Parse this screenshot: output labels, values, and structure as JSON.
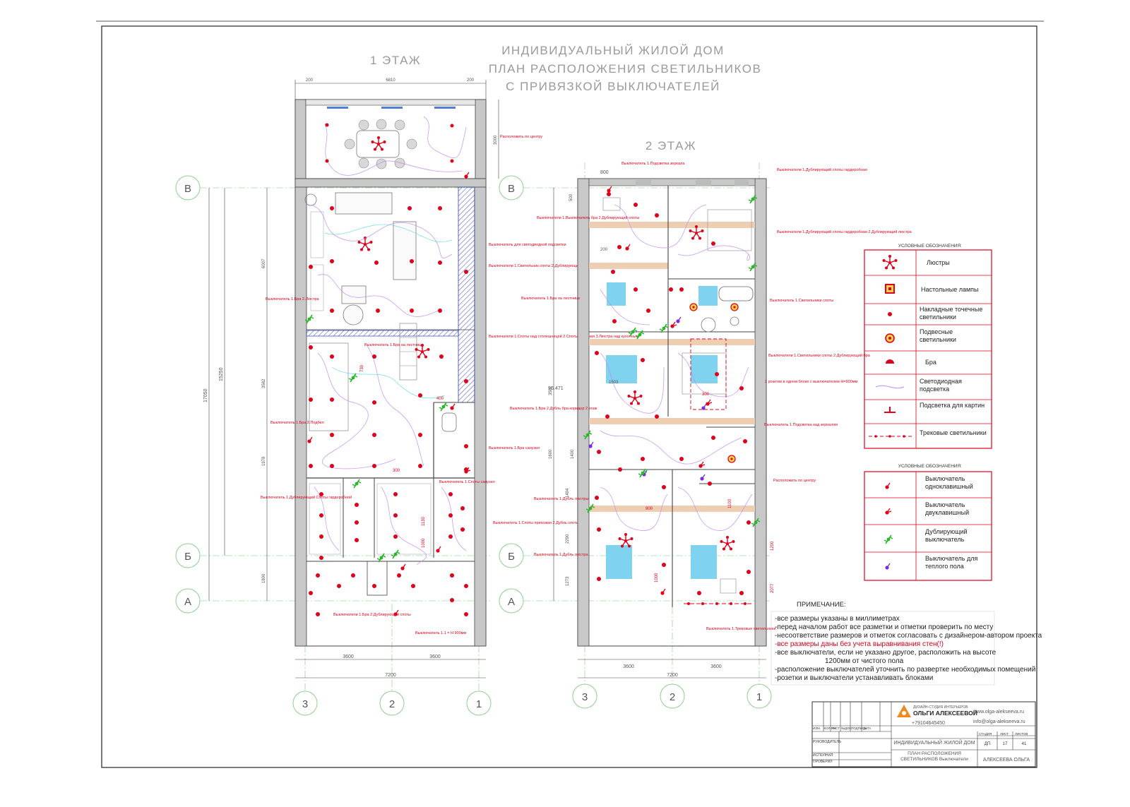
{
  "title": {
    "line1": "ИНДИВИДУАЛЬНЫЙ ЖИЛОЙ ДОМ",
    "line2": "ПЛАН РАСПОЛОЖЕНИЯ СВЕТИЛЬНИКОВ",
    "line3": "С ПРИВЯЗКОЙ ВЫКЛЮЧАТЕЛЕЙ"
  },
  "floor1": {
    "label": "1 ЭТАЖ",
    "dims": {
      "top_total": "6810",
      "top_left": "200",
      "top_right": "200",
      "side_right": "3000",
      "overall_left": "17050",
      "inner_left": "15250",
      "d_6007": "6007",
      "d_3582": "3582",
      "d_1978": "1978",
      "d_1800": "1800",
      "bottom_a": "3600",
      "bottom_b": "3600",
      "bottom_total": "7200",
      "d_730": "730",
      "d_300": "300",
      "d_400": "400",
      "d_1130": "1130",
      "d_1000": "1000"
    },
    "notes": [
      "Выключатель 1.Бра 2.Люстра",
      "Выключатель 1.Бра 2.Подбел",
      "Выключатель 1.Дублирующий Споты гардеробной",
      "Выключатель 1.Бра на лестнице",
      "Выключатель для светодиодной подсветки",
      "Выключатели 1.Светильник споты 2.Дублирующий люстра",
      "Выключатели 1.Споты над столешницей 2.Споты гостиная 3.Люстра над кухонным",
      "Выключатель 1.Бра санузел",
      "Выключатель 1.Споты санузел",
      "Выключатель 1.Споты прихожая 2.Дубль споты зоны",
      "Выключатели 1.Бра 2.Дублирующий споты",
      "Выключатель 1.1 = Н 900мм",
      "Расположить по центру"
    ]
  },
  "floor2": {
    "label": "2 ЭТАЖ",
    "mark": "+6.471",
    "dims": {
      "top": "800",
      "d_500": "500",
      "d_200": "200",
      "d_3582": "3582",
      "d_1400": "1400",
      "d_1600": "1600",
      "d_1494": "1494",
      "d_2290": "2290",
      "d_1273": "1273",
      "d_1503": "1503",
      "d_1100": "1100",
      "d_1000": "1000",
      "d_1200": "1200",
      "d_2077": "2077",
      "d_900": "900",
      "d_300": "300",
      "bottom_a": "3600",
      "bottom_b": "3600",
      "bottom_total": "7200"
    },
    "notes": [
      "Выключатели 1.Дублирующий споты гардеробная",
      "Выключатели 1.Дублирующий споты гардеробная 2.Дублирующий люстра",
      "Выключатель 1.Подсветка зеркала",
      "Выключатели 1.Выключатель бра 2.Дублирующий споты",
      "Выключатель 1.Светильники споты",
      "Выключатели 1.Светильники споты 2.Дублирующий бра",
      "Выключатель 1.Подсветка над зеркалом",
      "Выключатель 1.Бра 2.Дубль бра коридор 2 этаж",
      "Выключатель 1.Дубль люстры",
      "Выключатель 1.Дубль люстра",
      "Выключатель 1.Трековые светильники",
      "Выключатель 1.Бра на лестнице",
      "2 розетки в одном блоке с выключателем Н=900мм",
      "Расположить по центру"
    ]
  },
  "axes": {
    "rows": [
      "В",
      "Б",
      "А"
    ],
    "cols": [
      "3",
      "2",
      "1"
    ]
  },
  "legend_lights": {
    "title": "УСЛОВНЫЕ ОБОЗНАЧЕНИЯ:",
    "items": [
      {
        "icon": "chandelier-icon",
        "label": "Люстры"
      },
      {
        "icon": "table-lamp-icon",
        "label": "Настольные лампы"
      },
      {
        "icon": "spot-light-icon",
        "label": "Накладные точечные светильники"
      },
      {
        "icon": "pendant-light-icon",
        "label": "Подвесные светильники"
      },
      {
        "icon": "sconce-icon",
        "label": "Бра"
      },
      {
        "icon": "led-strip-icon",
        "label": "Светодиодная подсветка"
      },
      {
        "icon": "picture-light-icon",
        "label": "Подсветка для картин"
      },
      {
        "icon": "track-light-icon",
        "label": "Трековые светильники"
      }
    ]
  },
  "legend_switches": {
    "title": "УСЛОВНЫЕ ОБОЗНАЧЕНИЯ:",
    "items": [
      {
        "icon": "switch-single-icon",
        "label": "Выключатель одноклавишный"
      },
      {
        "icon": "switch-double-icon",
        "label": "Выключатель двуклавишный"
      },
      {
        "icon": "switch-duplicate-icon",
        "label": "Дублирующий выключатель"
      },
      {
        "icon": "switch-floor-heating-icon",
        "label": "Выключатель для теплого пола"
      }
    ]
  },
  "notes_block": {
    "title": "ПРИМЕЧАНИЕ:",
    "lines": [
      "-все размеры указаны в миллиметрах",
      "-перед началом работ все разметки и отметки проверить по месту",
      "-несоответствие размеров и отметок согласовать с дизайнером-автором проекта",
      "-все размеры даны без учета выравнивания стен(!)",
      "-все выключатели, если не указано другое, расположить на высоте",
      "1200мм от чистого пола",
      "-расположение выключателей уточнить по развертке необходимых помещений",
      "-розетки и выключатели устанавливать блоками"
    ]
  },
  "title_block": {
    "studio_line1": "ДИЗАЙН-СТУДИЯ ИНТЕРЬЕРОВ",
    "studio_line2": "ОЛЬГИ АЛЕКСЕЕВОЙ",
    "phone": "+79104645450",
    "site": "www.olga-alekseeva.ru",
    "email": "info@olga-alekseeva.ru",
    "head_cols": [
      "ИЗМ.",
      "КОЛ.УЧ.",
      "ЛИСТ",
      "№ДОК.",
      "ПОДПИСЬ",
      "ДАТА"
    ],
    "roles": [
      "РУКОВОДИТЕЛЬ",
      "ИСПОЛНИЛ",
      "ПРОВЕРИЛ"
    ],
    "project": "ИНДИВИДУАЛЬНЫЙ ЖИЛОЙ ДОМ",
    "sheet_title": "ПЛАН РАСПОЛОЖЕНИЯ СВЕТИЛЬНИКОВ Выключатели",
    "stage_label": "СТАДИЯ",
    "sheet_label": "ЛИСТ",
    "sheets_label": "ЛИСТОВ",
    "stage": "ДП",
    "sheet": "17",
    "sheets": "41",
    "author": "АЛЕКСЕЕВА ОЛЬГА"
  },
  "colors": {
    "accent": "#e0001b",
    "wall": "#c8c8c8",
    "led": "#c48af2",
    "switch_green": "#2bb52b",
    "switch_purple": "#7a2be0",
    "bed_blue": "#7fd3ee",
    "track_beam": "#eeceb2"
  }
}
